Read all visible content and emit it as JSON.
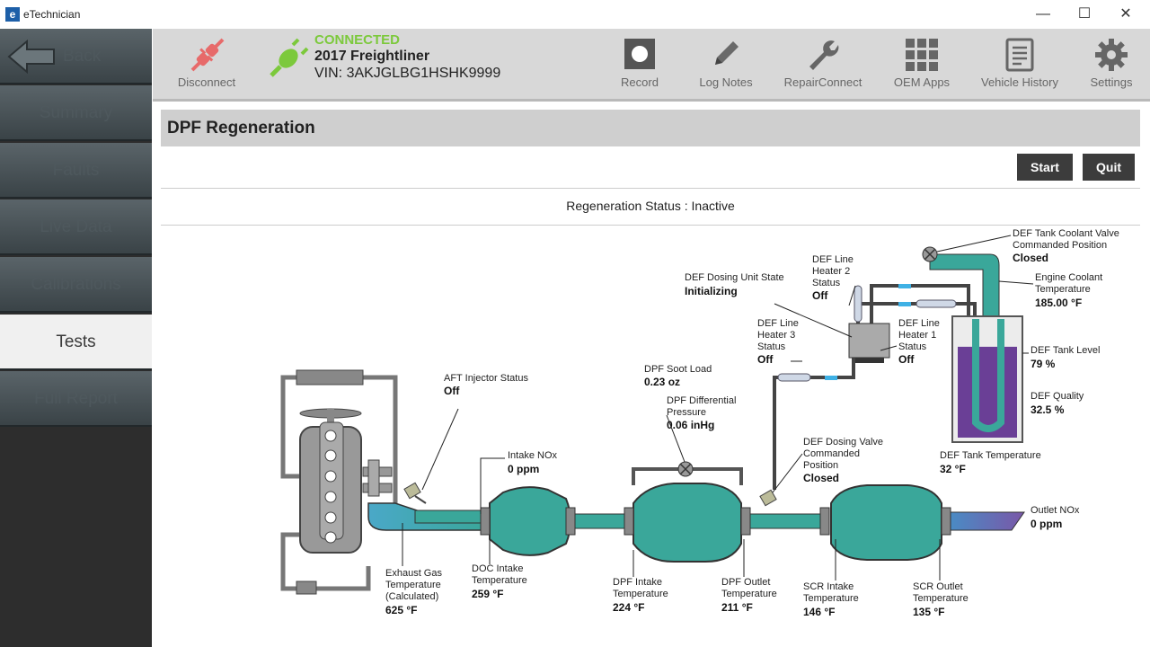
{
  "window": {
    "title": "eTechnician",
    "logo_letter": "e",
    "minimize": "—",
    "maximize": "☐",
    "close": "✕"
  },
  "sidebar": {
    "items": [
      {
        "label": "Back"
      },
      {
        "label": "Summary"
      },
      {
        "label": "Faults"
      },
      {
        "label": "Live Data"
      },
      {
        "label": "Calibrations"
      },
      {
        "label": "Tests"
      },
      {
        "label": "Full Report"
      }
    ]
  },
  "toolbar": {
    "disconnect": "Disconnect",
    "connection_status": "CONNECTED",
    "vehicle": "2017 Freightliner",
    "vin": "VIN: 3AKJGLBG1HSHK9999",
    "record": "Record",
    "log_notes": "Log Notes",
    "repair_connect": "RepairConnect",
    "oem_apps": "OEM Apps",
    "vehicle_history": "Vehicle History",
    "settings": "Settings"
  },
  "page": {
    "title": "DPF Regeneration",
    "start": "Start",
    "quit": "Quit",
    "regen_status": "Regeneration Status : Inactive"
  },
  "diagram": {
    "aft_injector": {
      "label": "AFT Injector Status",
      "value": "Off"
    },
    "intake_nox": {
      "label": "Intake NOx",
      "value": "0 ppm"
    },
    "dpf_soot": {
      "label": "DPF Soot Load",
      "value": "0.23 oz"
    },
    "dpf_diff": {
      "label1": "DPF Differential",
      "label2": "Pressure",
      "value": "0.06 inHg"
    },
    "dosing_unit": {
      "label": "DEF Dosing Unit State",
      "value": "Initializing"
    },
    "line_heater2": {
      "label1": "DEF Line",
      "label2": "Heater 2",
      "label3": "Status",
      "value": "Off"
    },
    "line_heater1": {
      "label1": "DEF Line",
      "label2": "Heater 1",
      "label3": "Status",
      "value": "Off"
    },
    "line_heater3": {
      "label1": "DEF Line",
      "label2": "Heater 3",
      "label3": "Status",
      "value": "Off"
    },
    "coolant_valve": {
      "label1": "DEF Tank Coolant Valve",
      "label2": "Commanded Position",
      "value": "Closed"
    },
    "engine_coolant": {
      "label1": "Engine Coolant",
      "label2": "Temperature",
      "value": "185.00 °F"
    },
    "tank_level": {
      "label": "DEF Tank Level",
      "value": "79 %"
    },
    "def_quality": {
      "label": "DEF Quality",
      "value": "32.5 %"
    },
    "tank_temp": {
      "label": "DEF Tank Temperature",
      "value": "32 °F"
    },
    "dosing_valve": {
      "label1": "DEF Dosing Valve",
      "label2": "Commanded",
      "label3": "Position",
      "value": "Closed"
    },
    "outlet_nox": {
      "label": "Outlet NOx",
      "value": "0 ppm"
    },
    "exhaust_temp": {
      "label1": "Exhaust Gas",
      "label2": "Temperature",
      "label3": "(Calculated)",
      "value": "625 °F"
    },
    "doc_intake": {
      "label1": "DOC Intake",
      "label2": "Temperature",
      "value": "259 °F"
    },
    "dpf_intake": {
      "label1": "DPF Intake",
      "label2": "Temperature",
      "value": "224 °F"
    },
    "dpf_outlet": {
      "label1": "DPF Outlet",
      "label2": "Temperature",
      "value": "211 °F"
    },
    "scr_intake": {
      "label1": "SCR Intake",
      "label2": "Temperature",
      "value": "146 °F"
    },
    "scr_outlet": {
      "label1": "SCR Outlet",
      "label2": "Temperature",
      "value": "135 °F"
    },
    "def_tank_level_fraction": 0.79
  },
  "colors": {
    "connected": "#7cc93c",
    "teal": "#3aa79a",
    "def_purple": "#6a3f96",
    "def_line_blue": "#3fb1e5"
  }
}
